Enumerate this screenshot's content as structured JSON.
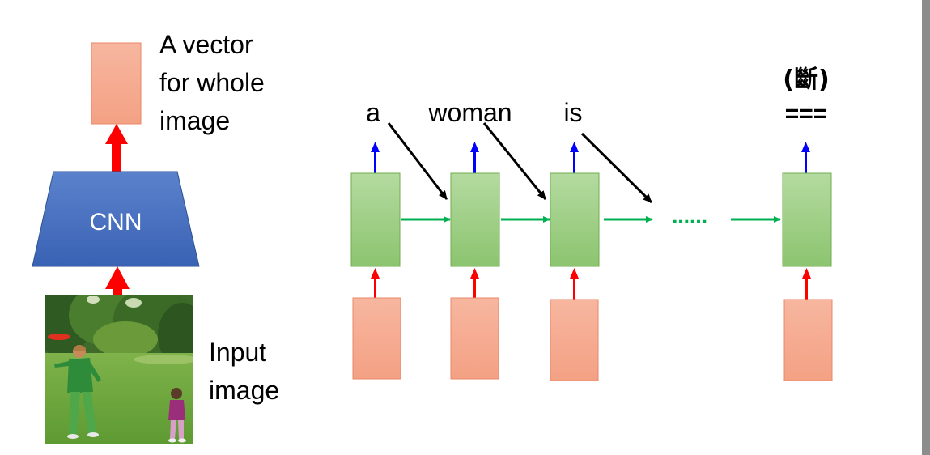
{
  "left_panel": {
    "vector_label_lines": [
      "A vector",
      "for whole",
      "image"
    ],
    "cnn_label": "CNN",
    "input_label_lines": [
      "Input",
      "image"
    ]
  },
  "sequence": {
    "words": [
      "a",
      "woman",
      "is"
    ],
    "end_token_lines": [
      "(斷)",
      "==="
    ],
    "ellipsis": "……"
  },
  "colors": {
    "cnn_fill": "#4472c4",
    "vector_fill": "#f4b09a",
    "cell_fill": "#a9d18e",
    "cell_stroke": "#70ad47",
    "arrow_red": "#ff0000",
    "arrow_blue": "#0000ff",
    "arrow_green": "#00b050",
    "arrow_black": "#000000"
  },
  "icons": [
    "input-photo"
  ]
}
